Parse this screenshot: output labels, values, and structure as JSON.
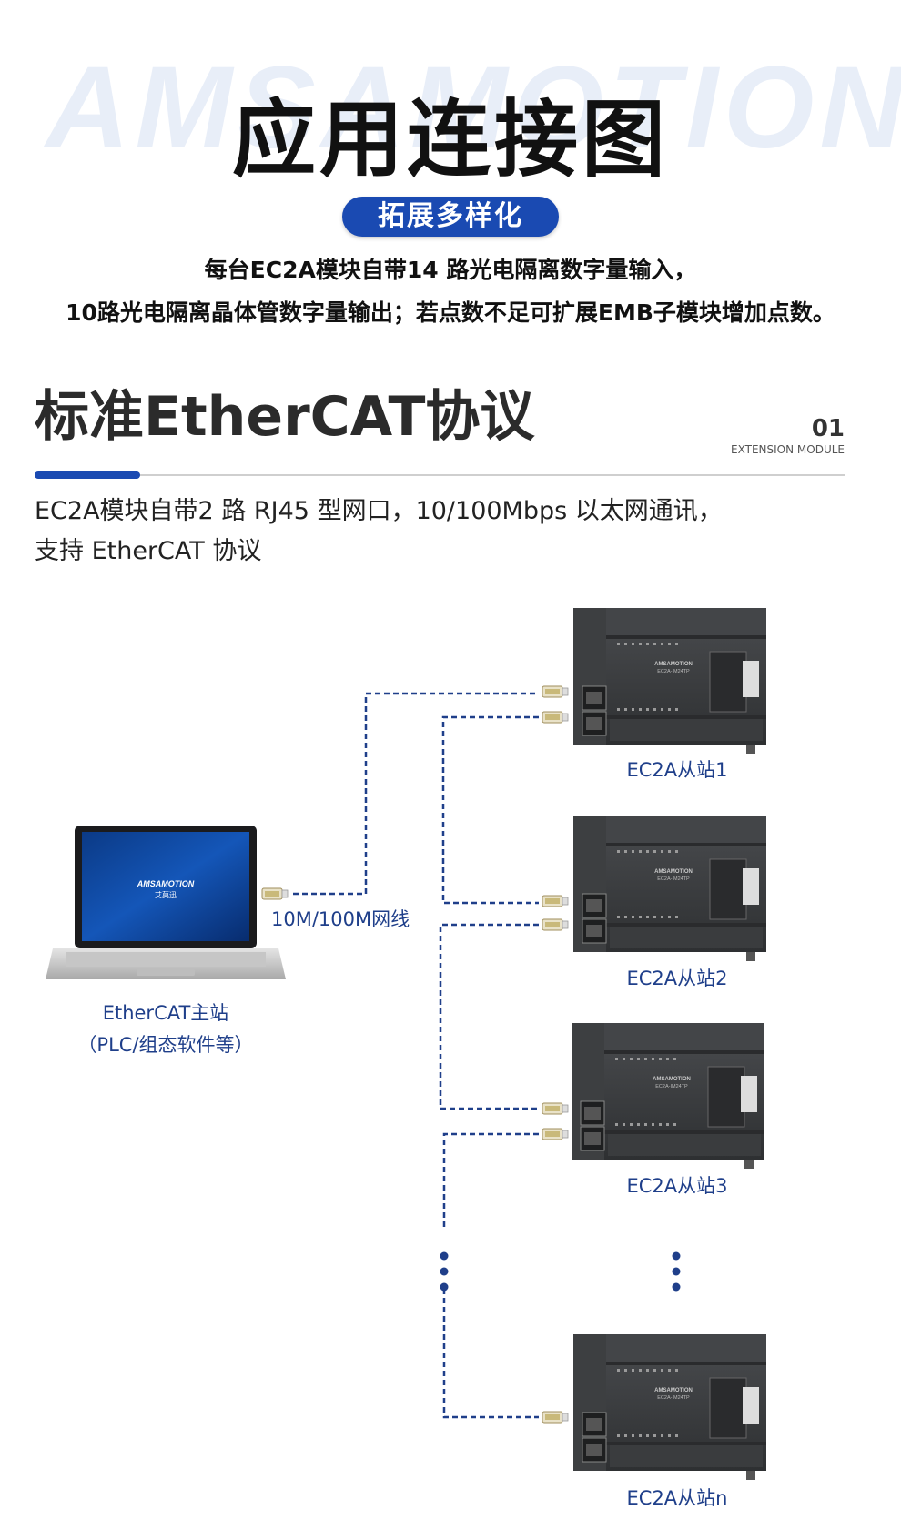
{
  "watermark": "AMSAMOTION",
  "header": {
    "title": "应用连接图",
    "badge": "拓展多样化",
    "desc_line1": "每台EC2A模块自带14 路光电隔离数字量输入，",
    "desc_line2": "10路光电隔离晶体管数字量输出；若点数不足可扩展EMB子模块增加点数。"
  },
  "section": {
    "title": "标准EtherCAT协议",
    "number": "01",
    "subtitle": "EXTENSION MODULE",
    "body_line1": "EC2A模块自带2 路 RJ45 型网口，10/100Mbps 以太网通讯，",
    "body_line2": "支持 EtherCAT 协议"
  },
  "diagram": {
    "master_label": "EtherCAT主站",
    "master_sublabel": "（PLC/组态软件等）",
    "cable_label": "10M/100M网线",
    "laptop_brand": "AMSAMOTION",
    "laptop_brand_cn": "艾莫迅",
    "module_brand": "AMSAMOTION",
    "module_model": "EC2A-IM24TP",
    "slaves": [
      "EC2A从站1",
      "EC2A从站2",
      "EC2A从站3",
      "EC2A从站n"
    ],
    "colors": {
      "accent": "#1a4ab2",
      "line": "#1f3f8a",
      "module": "#3a3c3e"
    }
  }
}
